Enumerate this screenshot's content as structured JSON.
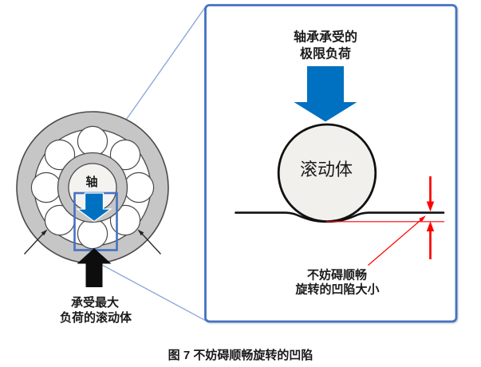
{
  "figure": {
    "caption": "图 7  不妨碍顺畅旋转的凹陷"
  },
  "bearing": {
    "shaft_label": "轴",
    "max_load_label_line1": "承受最大",
    "max_load_label_line2": "负荷的滚动体"
  },
  "detail": {
    "limit_load_label_line1": "轴承承受的",
    "limit_load_label_line2": "极限负荷",
    "rolling_element_label": "滚动体",
    "dent_label_line1": "不妨碍顺畅",
    "dent_label_line2": "旋转的凹陷大小"
  },
  "colors": {
    "load_arrow_blue": "#0070C0",
    "callout_border_blue": "#4472C4",
    "connector_line_blue": "#8FAADC",
    "dimension_red": "#FF0000",
    "ring_fill_gray": "#C6C6C6",
    "surface_black": "#111111"
  }
}
